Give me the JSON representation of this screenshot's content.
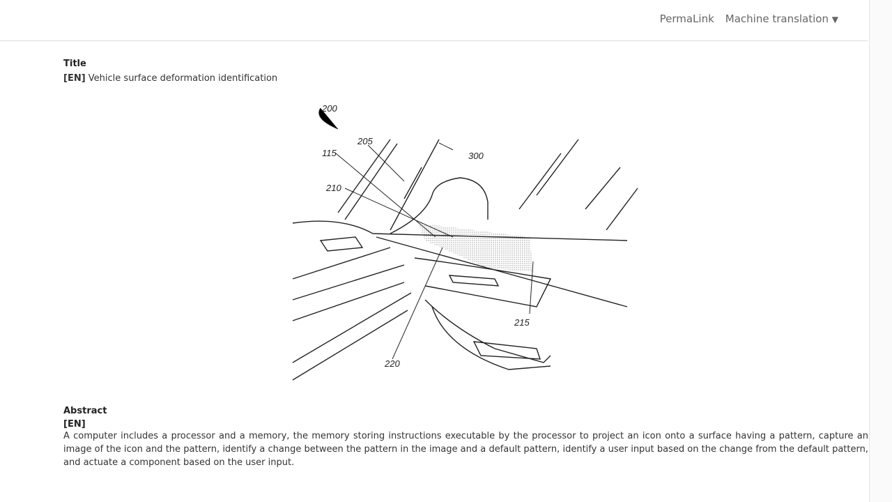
{
  "header": {
    "permalink": "PermaLink",
    "translation": "Machine translation",
    "translation_icon": "caret-down-icon"
  },
  "title": {
    "heading": "Title",
    "lang": "[EN]",
    "text": "Vehicle surface deformation identification"
  },
  "figure": {
    "refs": {
      "r200": "200",
      "r205": "205",
      "r115": "115",
      "r300": "300",
      "r210": "210",
      "r215": "215",
      "r220": "220"
    }
  },
  "abstract": {
    "heading": "Abstract",
    "lang": "[EN]",
    "text": "A computer includes a processor and a memory, the memory storing instructions executable by the processor to project an icon onto a surface having a pattern, capture an image of the icon and the pattern, identify a change between the pattern in the image and a default pattern, identify a user input based on the change from the default pattern, and actuate a component based on the user input."
  }
}
